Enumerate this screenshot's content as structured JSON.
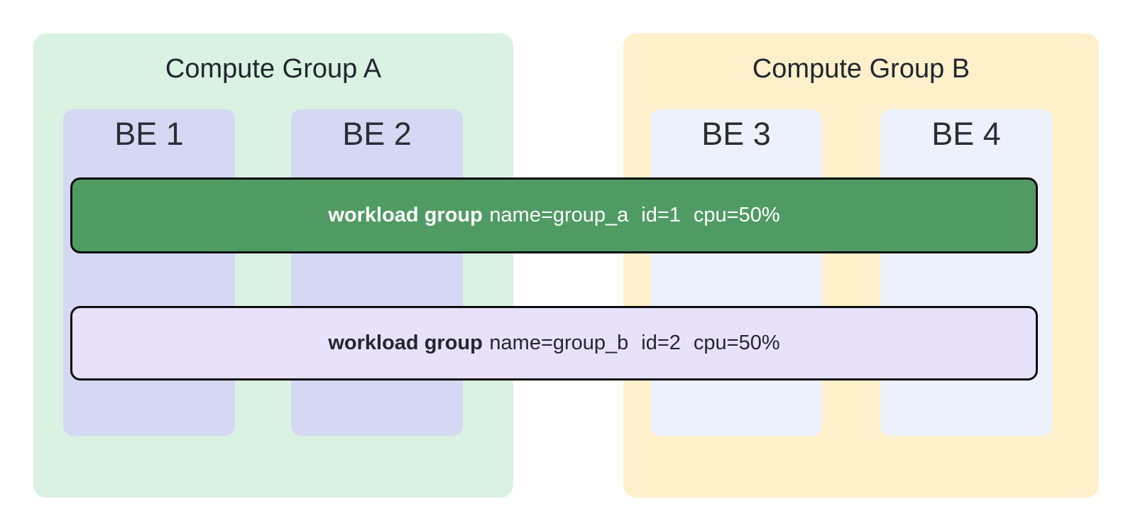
{
  "diagram": {
    "groups": [
      {
        "title": "Compute Group A",
        "background": "#d9f2e1",
        "nodes": [
          {
            "label": "BE 1",
            "background": "#d5d8f3"
          },
          {
            "label": "BE 2",
            "background": "#d5d8f3"
          }
        ]
      },
      {
        "title": "Compute Group B",
        "background": "#fdf0cb",
        "nodes": [
          {
            "label": "BE 3",
            "background": "#edf1fb"
          },
          {
            "label": "BE 4",
            "background": "#edf1fb"
          }
        ]
      }
    ],
    "workload_groups": [
      {
        "label_bold": "workload group",
        "attributes": [
          "name=group_a",
          "id=1",
          "cpu=50%"
        ],
        "background": "#509a64",
        "text_color": "#ffffff",
        "border_color": "#0d0d0d"
      },
      {
        "label_bold": "workload group",
        "attributes": [
          "name=group_b",
          "id=2",
          "cpu=50%"
        ],
        "background": "#e8e1fa",
        "text_color": "#23272e",
        "border_color": "#0d0d0d"
      }
    ],
    "colors": {
      "canvas_background": "#ffffff",
      "title_text": "#21262e",
      "node_label_text": "#292e36"
    }
  }
}
